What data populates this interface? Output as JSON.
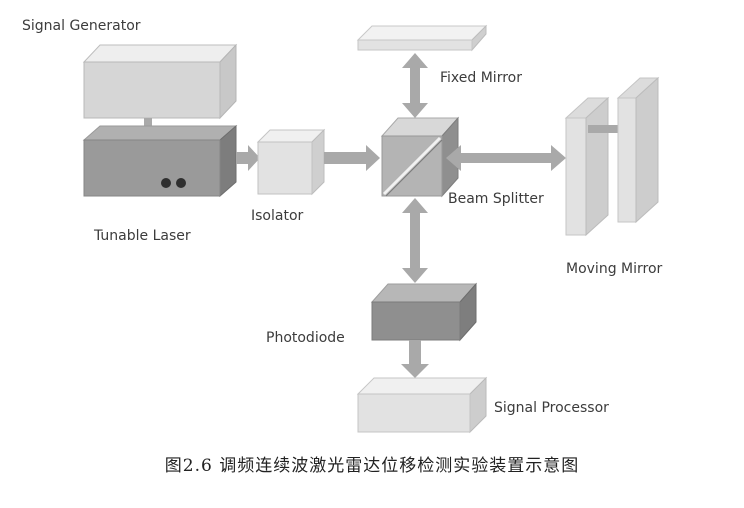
{
  "labels": {
    "signal_generator": "Signal Generator",
    "tunable_laser": "Tunable Laser",
    "isolator": "Isolator",
    "fixed_mirror": "Fixed Mirror",
    "beam_splitter": "Beam Splitter",
    "moving_mirror": "Moving Mirror",
    "photodiode": "Photodiode",
    "signal_processor": "Signal Processor"
  },
  "caption": "图2.6 调频连续波激光雷达位移检测实验装置示意图",
  "colors": {
    "box_light": "#e4e4e4",
    "box_mid": "#c9c9c9",
    "box_dark": "#8e8e8e",
    "arrow": "#a9a9a9",
    "text": "#3c3c3c"
  }
}
